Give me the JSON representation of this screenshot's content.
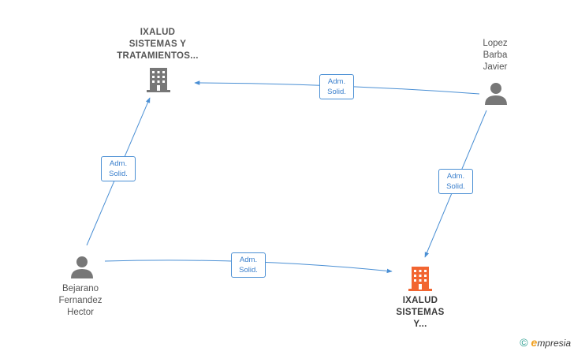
{
  "colors": {
    "edge": "#4a8fd4",
    "person": "#777777",
    "company": "#777777",
    "company_main": "#f26531",
    "badge_text": "#3a7fcc"
  },
  "nodes": {
    "company_top": {
      "lines": [
        "IXALUD",
        "SISTEMAS Y",
        "TRATAMIENTOS..."
      ]
    },
    "person_top_right": {
      "lines": [
        "Lopez",
        "Barba",
        "Javier"
      ]
    },
    "person_bottom_left": {
      "lines": [
        "Bejarano",
        "Fernandez",
        "Hector"
      ]
    },
    "company_main": {
      "lines": [
        "IXALUD",
        "SISTEMAS",
        "Y..."
      ]
    }
  },
  "edges": [
    {
      "from": "person_top_right",
      "to": "company_top",
      "label": [
        "Adm.",
        "Solid."
      ]
    },
    {
      "from": "person_bottom_left",
      "to": "company_top",
      "label": [
        "Adm.",
        "Solid."
      ]
    },
    {
      "from": "person_top_right",
      "to": "company_main",
      "label": [
        "Adm.",
        "Solid."
      ]
    },
    {
      "from": "person_bottom_left",
      "to": "company_main",
      "label": [
        "Adm.",
        "Solid."
      ]
    }
  ],
  "brand": {
    "copyright": "©",
    "initial": "e",
    "rest": "mpresia"
  }
}
